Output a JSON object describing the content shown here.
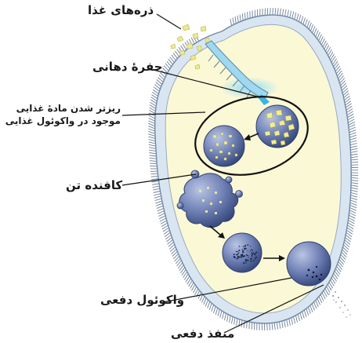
{
  "labels": {
    "food_particles": "ذره‌های غذا",
    "oral_groove": "حفرهٔ دهانی",
    "digestion_line1": "ریزتر شدن مادهٔ غذایی",
    "digestion_line2": "موجود در واکوئول غذایی",
    "lysosome": "کافنده تن",
    "contractile_vacuole": "واکوئول دفعی",
    "anal_pore": "منفذ دفعی"
  },
  "colors": {
    "cytoplasm": "#fbf8d6",
    "membrane_fill": "#dfe9f3",
    "membrane_stroke": "#6f8aa5",
    "cilia": "#6b7f95",
    "vacuole_blue": "#4a5f95",
    "food_yellow": "#ecea8c",
    "mouth_cyan": "#5cc6ee"
  }
}
